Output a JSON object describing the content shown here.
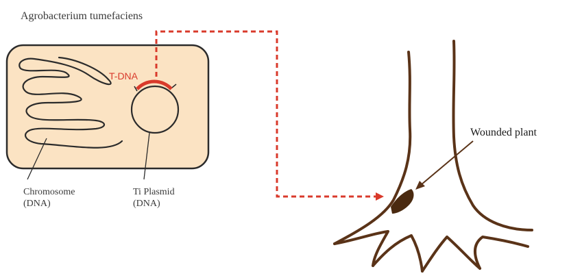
{
  "diagram": {
    "title": "Agrobacterium tumefaciens",
    "tdna_label": "T-DNA",
    "chromosome_label": [
      "Chromosome",
      "(DNA)"
    ],
    "plasmid_label": [
      "Ti Plasmid",
      "(DNA)"
    ],
    "plant_label": "Wounded plant"
  },
  "colors": {
    "cell_fill": "#fbe3c3",
    "cell_stroke": "#2b2b2b",
    "tdna": "#d93a2b",
    "transfer_arrow": "#d93a2b",
    "plant": "#5a3318",
    "wound": "#4a2a10",
    "label_text": "#3a3a3a"
  }
}
